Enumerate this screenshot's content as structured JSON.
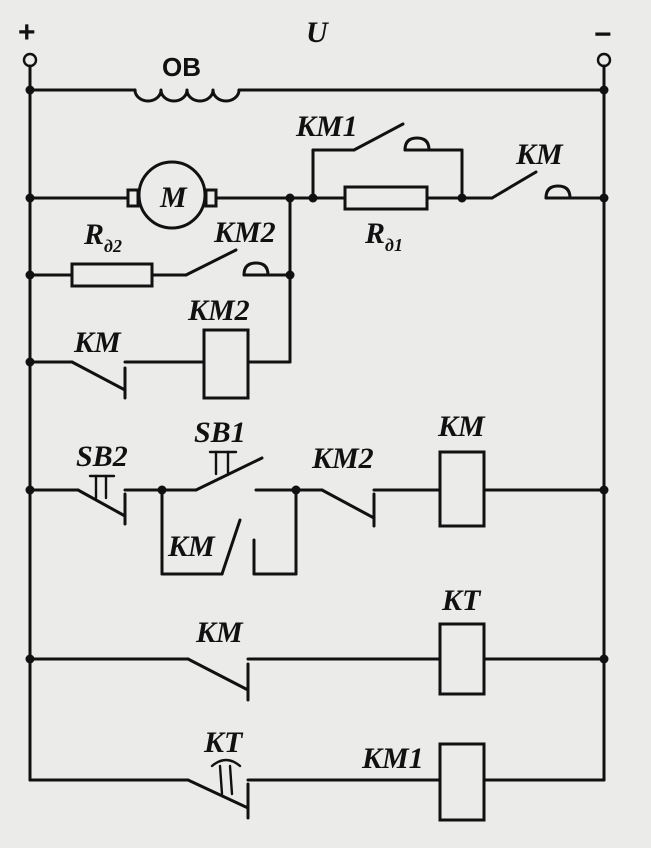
{
  "supply": {
    "voltage_label": "U",
    "plus": "+",
    "minus": "−"
  },
  "field_winding": {
    "label": "ОВ"
  },
  "motor": {
    "label": "M"
  },
  "resistors": {
    "rd1": {
      "base": "R",
      "sub": "д1"
    },
    "rd2": {
      "base": "R",
      "sub": "д2"
    }
  },
  "contacts": {
    "km1_main": "KM1",
    "km_main": "KM",
    "km2_main": "KM2",
    "km_nc_row3": "KM",
    "sb2": "SB2",
    "sb1": "SB1",
    "km_hold": "KM",
    "km2_nc_row4": "KM2",
    "km_nc_row5": "KM",
    "kt_nc": "KT"
  },
  "coils": {
    "km2": "KM2",
    "km": "KM",
    "kt": "KT",
    "km1": "KM1"
  }
}
